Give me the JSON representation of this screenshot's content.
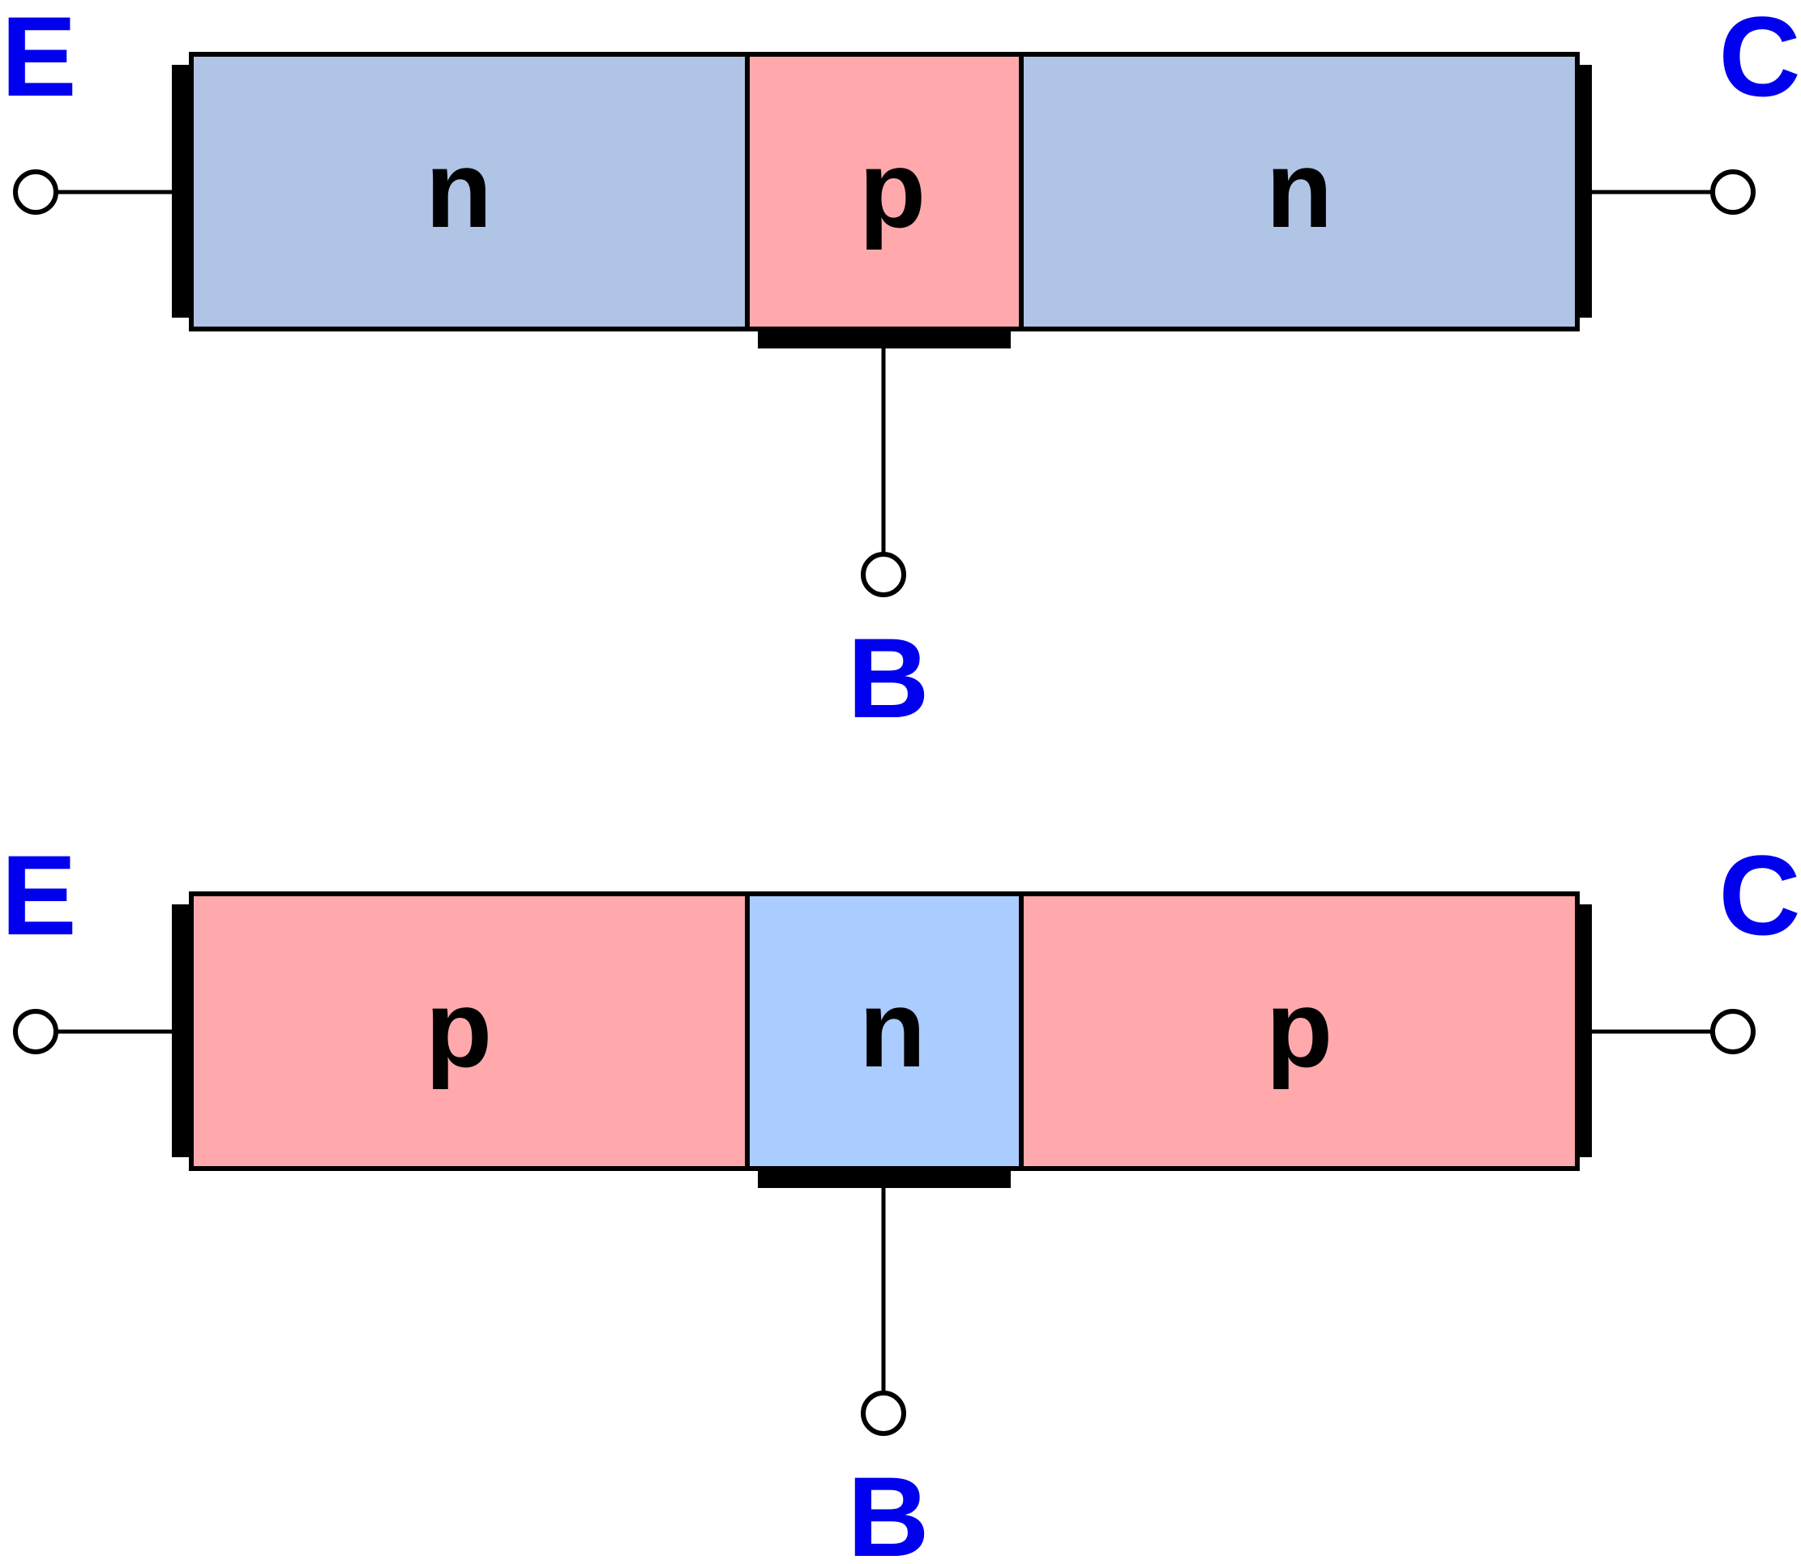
{
  "colors": {
    "n_region_npn": "#b0c4e6",
    "n_region_pnp": "#aaccff",
    "p_region": "#ffa9ac",
    "terminal_label": "#0000ee",
    "outline": "#000000"
  },
  "transistors": [
    {
      "regions": [
        {
          "label": "n",
          "fill_key": "n_region_npn"
        },
        {
          "label": "p",
          "fill_key": "p_region"
        },
        {
          "label": "n",
          "fill_key": "n_region_npn"
        }
      ],
      "terminals": {
        "emitter": "E",
        "base": "B",
        "collector": "C"
      }
    },
    {
      "regions": [
        {
          "label": "p",
          "fill_key": "p_region"
        },
        {
          "label": "n",
          "fill_key": "n_region_pnp"
        },
        {
          "label": "p",
          "fill_key": "p_region"
        }
      ],
      "terminals": {
        "emitter": "E",
        "base": "B",
        "collector": "C"
      }
    }
  ]
}
